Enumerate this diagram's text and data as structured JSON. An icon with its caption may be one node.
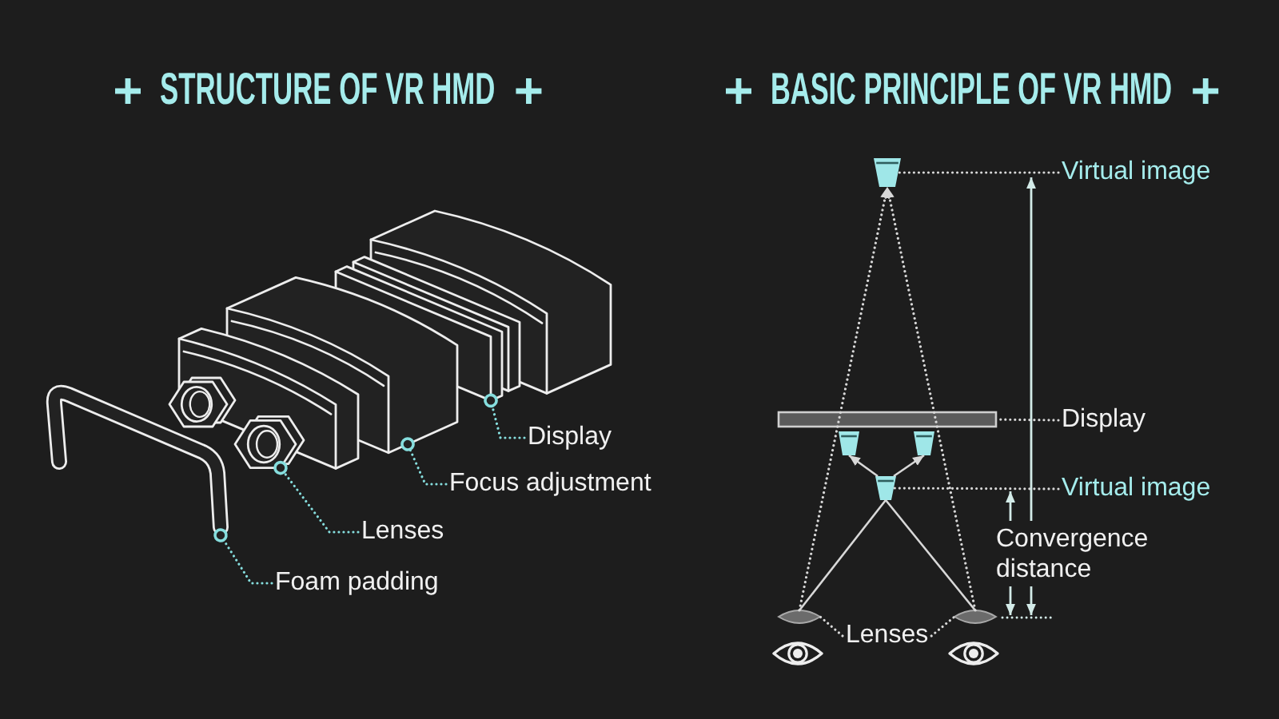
{
  "diagram": {
    "nodes": [
      {
        "text": [
          "Display"
        ]
      },
      {
        "text": [],
        "shape": "picture"
      },
      {
        "text": [
          "Focus adjustment"
        ]
      },
      {
        "text": [],
        "shape": "picture"
      },
      {
        "text": [
          "Lenses"
        ]
      },
      {
        "text": [],
        "shape": "picture"
      },
      {
        "text": [
          "Foam padding"
        ]
      },
      {
        "text": [],
        "shape": "picture"
      },
      {
        "text": [],
        "shape": "trapezoid"
      },
      {
        "text": [
          "Virtual image"
        ]
      },
      {
        "text": [],
        "shape": "bar"
      },
      {
        "text": [
          "Display"
        ]
      },
      {
        "text": [],
        "shape": "trapezoid"
      },
      {
        "text": [],
        "shape": "trapezoid"
      },
      {
        "text": [],
        "shape": "trapezoid"
      },
      {
        "text": [
          "Virtual image"
        ]
      },
      {
        "text": [],
        "shape": "ellipse"
      },
      {
        "text": [
          "Lenses"
        ]
      },
      {
        "text": [],
        "shape": "ellipse"
      }
    ],
    "edges": [
      {
        "from": 0,
        "to": 1,
        "arrow": "other",
        "style": "dashed",
        "color": "#86dede"
      },
      {
        "from": 2,
        "to": 3,
        "arrow": "other",
        "style": "dashed",
        "color": "#86dede"
      },
      {
        "from": 4,
        "to": 5,
        "arrow": "other",
        "style": "dashed",
        "color": "#86dede"
      },
      {
        "from": 6,
        "to": 7,
        "arrow": "other",
        "style": "dashed",
        "color": "#86dede"
      },
      {
        "from": 9,
        "to": 8,
        "arrow": "none",
        "style": "dashed"
      },
      {
        "from": 11,
        "to": 10,
        "arrow": "none",
        "style": "dashed"
      },
      {
        "from": 15,
        "to": 14,
        "arrow": "none",
        "style": "dashed"
      },
      {
        "from": 17,
        "to": 16,
        "arrow": "none",
        "style": "dashed"
      },
      {
        "from": 17,
        "to": 18,
        "arrow": "none",
        "style": "dashed"
      },
      {
        "from": 16,
        "to": 8,
        "arrow": "to",
        "style": "dashed"
      },
      {
        "from": 18,
        "to": 8,
        "arrow": "to",
        "style": "dashed"
      },
      {
        "from": 16,
        "to": 14,
        "arrow": "none"
      },
      {
        "from": 18,
        "to": 14,
        "arrow": "none"
      },
      {
        "from": 14,
        "to": 12,
        "arrow": "to"
      },
      {
        "from": 14,
        "to": 13,
        "arrow": "to"
      }
    ],
    "labels": [
      "STRUCTURE OF VR HMD",
      "BASIC PRINCIPLE OF VR HMD",
      "Convergence distance"
    ]
  }
}
